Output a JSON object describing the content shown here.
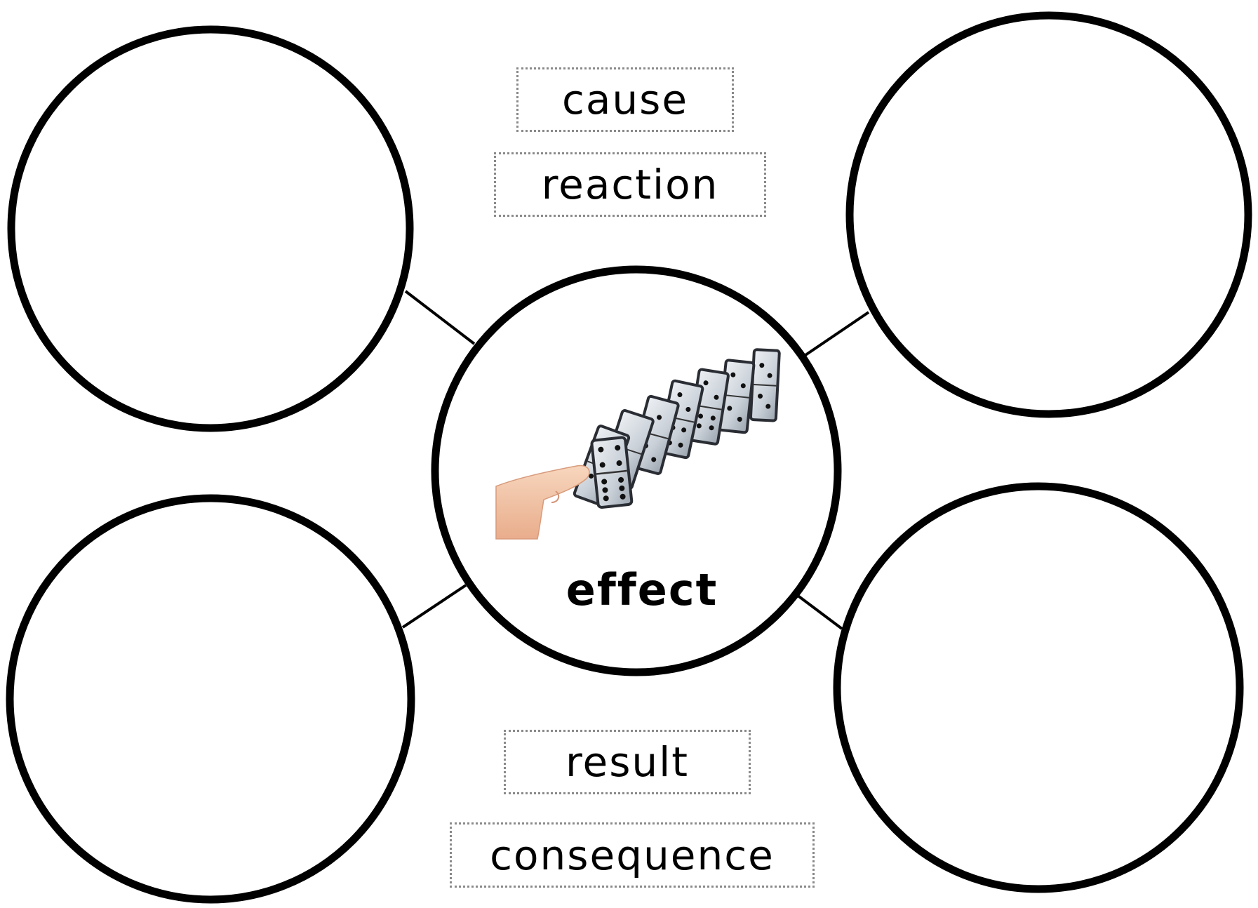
{
  "diagram": {
    "center_label": "effect",
    "center_image": "finger-pushing-dominoes",
    "outer_circles": [
      "empty",
      "empty",
      "empty",
      "empty"
    ],
    "word_bank": {
      "top": [
        "cause",
        "reaction"
      ],
      "bottom": [
        "result",
        "consequence"
      ]
    }
  },
  "colors": {
    "stroke": "#000000",
    "box_border": "#8a8a8a",
    "background": "#ffffff"
  }
}
